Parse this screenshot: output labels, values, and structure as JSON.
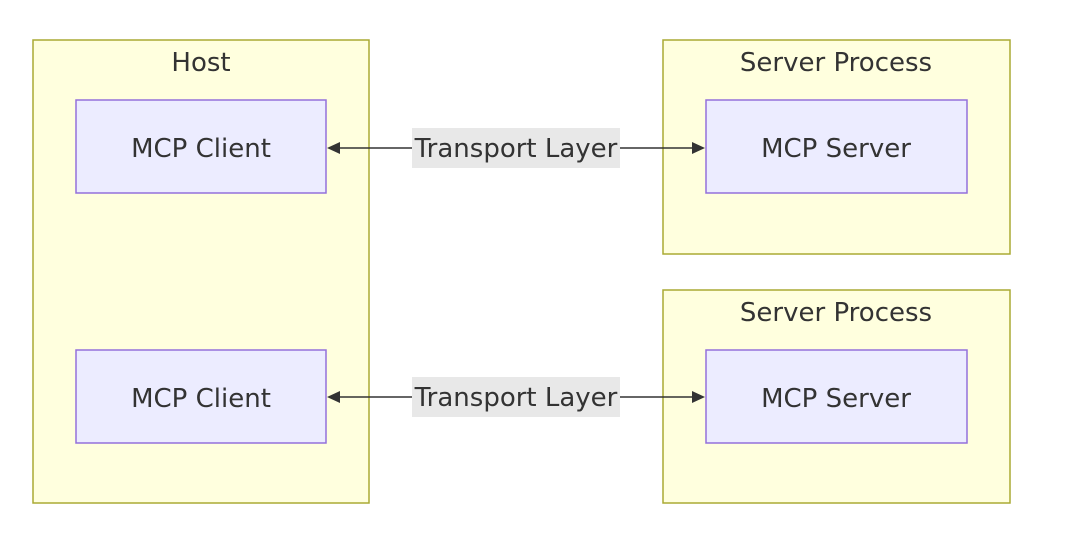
{
  "host": {
    "label": "Host"
  },
  "clients": [
    {
      "label": "MCP Client"
    },
    {
      "label": "MCP Client"
    }
  ],
  "servers": [
    {
      "process_label": "Server Process",
      "label": "MCP Server"
    },
    {
      "process_label": "Server Process",
      "label": "MCP Server"
    }
  ],
  "edges": [
    {
      "label": "Transport Layer",
      "direction": "bidirectional"
    },
    {
      "label": "Transport Layer",
      "direction": "bidirectional"
    }
  ],
  "colors": {
    "cluster_fill": "#ffffde",
    "cluster_stroke": "#aaaa33",
    "node_fill": "#ececff",
    "node_stroke": "#9370db",
    "edge_label_bg": "#e8e8e8",
    "text": "#333333"
  }
}
